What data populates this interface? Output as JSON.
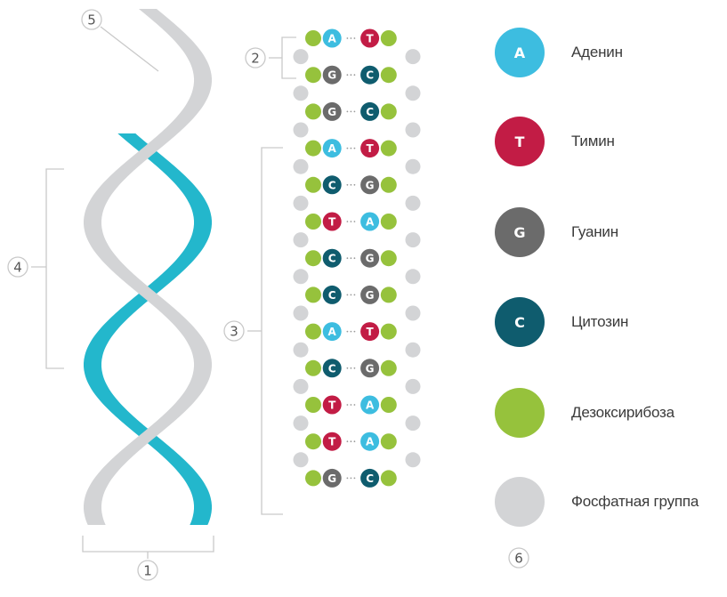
{
  "colors": {
    "adenine": "#3dbde0",
    "thymine": "#c21c45",
    "guanine": "#6b6b6b",
    "cytosine": "#0f5c6e",
    "deoxyribose": "#96c23c",
    "phosphate": "#d3d4d6",
    "helix_front": "#d3d4d6",
    "helix_back": "#23b7cc",
    "bracket": "#c9c9c9"
  },
  "callouts": {
    "c1": "1",
    "c2": "2",
    "c3": "3",
    "c4": "4",
    "c5": "5",
    "c6": "6"
  },
  "legend": [
    {
      "letter": "A",
      "label": "Аденин",
      "color_key": "adenine"
    },
    {
      "letter": "T",
      "label": "Тимин",
      "color_key": "thymine"
    },
    {
      "letter": "G",
      "label": "Гуанин",
      "color_key": "guanine"
    },
    {
      "letter": "C",
      "label": "Цитозин",
      "color_key": "cytosine"
    },
    {
      "letter": "",
      "label": "Дезоксирибоза",
      "color_key": "deoxyribose"
    },
    {
      "letter": "",
      "label": "Фосфатная группа",
      "color_key": "phosphate"
    }
  ],
  "base_pairs": [
    [
      "A",
      "T"
    ],
    [
      "G",
      "C"
    ],
    [
      "G",
      "C"
    ],
    [
      "A",
      "T"
    ],
    [
      "C",
      "G"
    ],
    [
      "T",
      "A"
    ],
    [
      "C",
      "G"
    ],
    [
      "C",
      "G"
    ],
    [
      "A",
      "T"
    ],
    [
      "C",
      "G"
    ],
    [
      "T",
      "A"
    ],
    [
      "T",
      "A"
    ],
    [
      "G",
      "C"
    ]
  ]
}
